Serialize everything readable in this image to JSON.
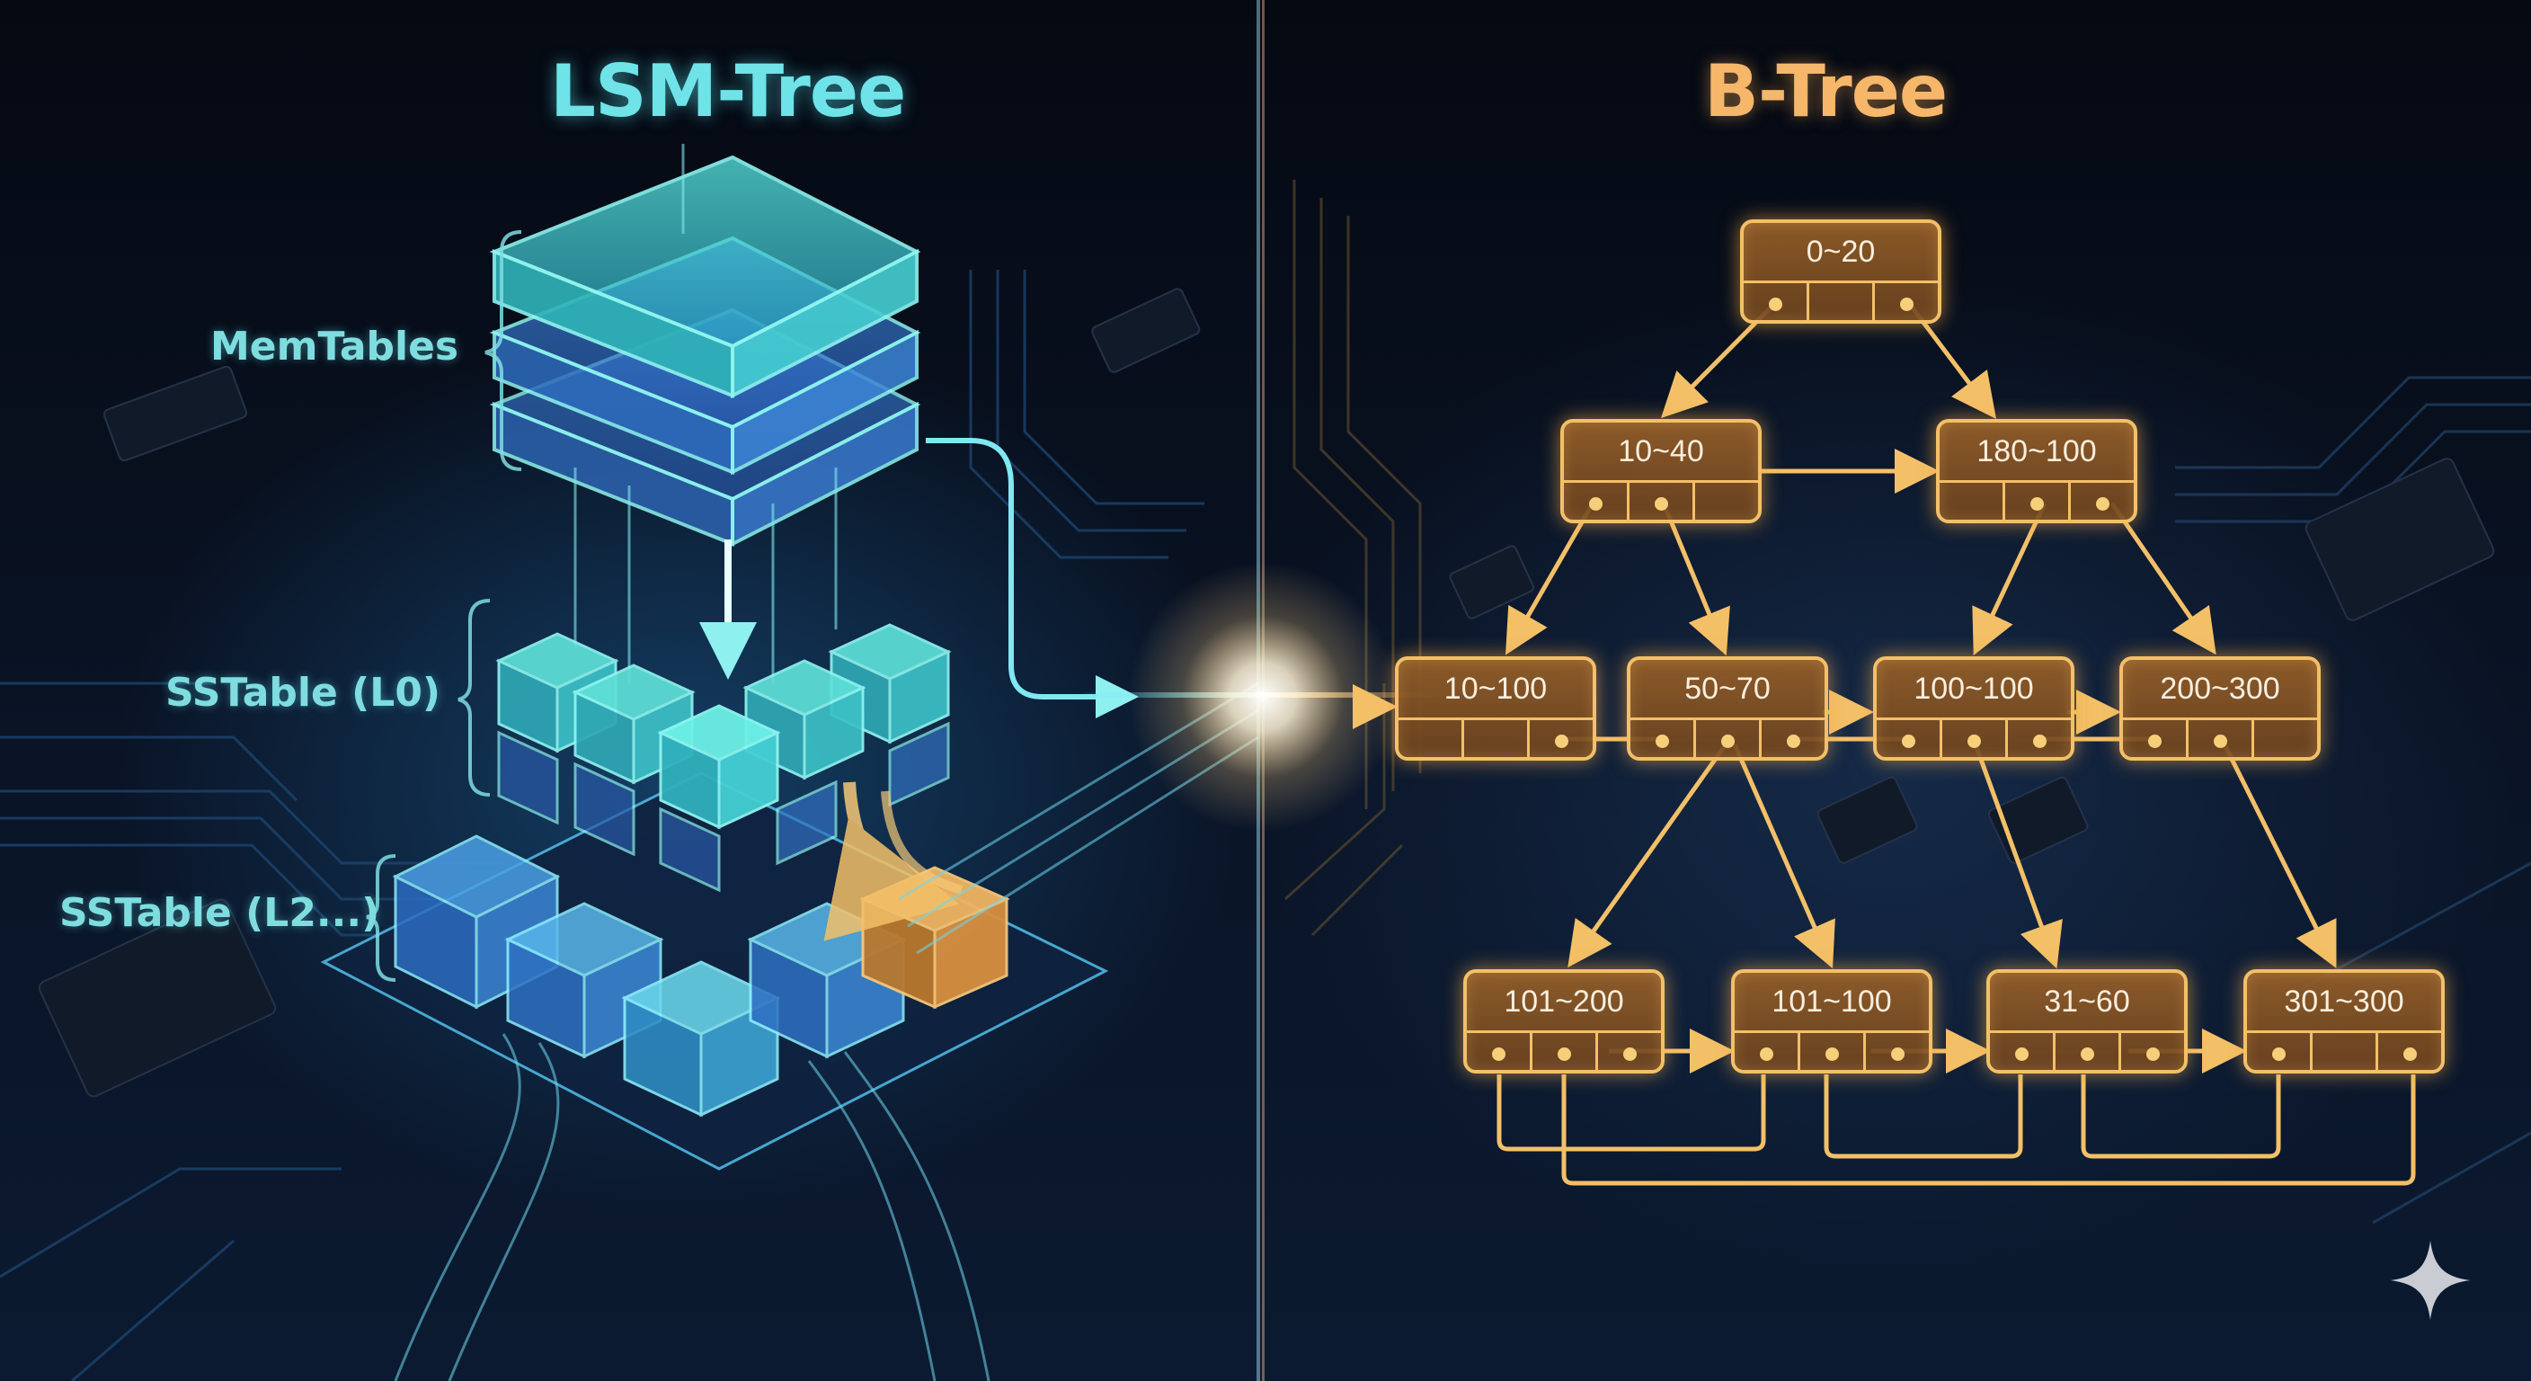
{
  "titles": {
    "lsm": "LSM-Tree",
    "btree": "B-Tree"
  },
  "lsm": {
    "labels": {
      "memtables": "MemTables",
      "sstable_l0": "SSTable (L0)",
      "sstable_l2": "SSTable (L2...)"
    },
    "colors": {
      "accent": "#6fe3e8",
      "block": "#3fd0d8",
      "deep": "#3a7fd6",
      "compaction": "#f0a850"
    }
  },
  "btree": {
    "colors": {
      "accent": "#f6b76a",
      "node_border": "#f3c068",
      "node_fill": "#8c5a2a",
      "text": "#fbeedd"
    },
    "nodes": {
      "root": {
        "label": "0~20"
      },
      "level1": [
        {
          "label": "10~40"
        },
        {
          "label": "180~100"
        }
      ],
      "level2": [
        {
          "label": "10~100"
        },
        {
          "label": "50~70"
        },
        {
          "label": "100~100"
        },
        {
          "label": "200~300"
        }
      ],
      "leaves": [
        {
          "label": "101~200"
        },
        {
          "label": "101~100"
        },
        {
          "label": "31~60"
        },
        {
          "label": "301~300"
        }
      ]
    }
  },
  "icons": {
    "corner": "sparkle-icon"
  }
}
